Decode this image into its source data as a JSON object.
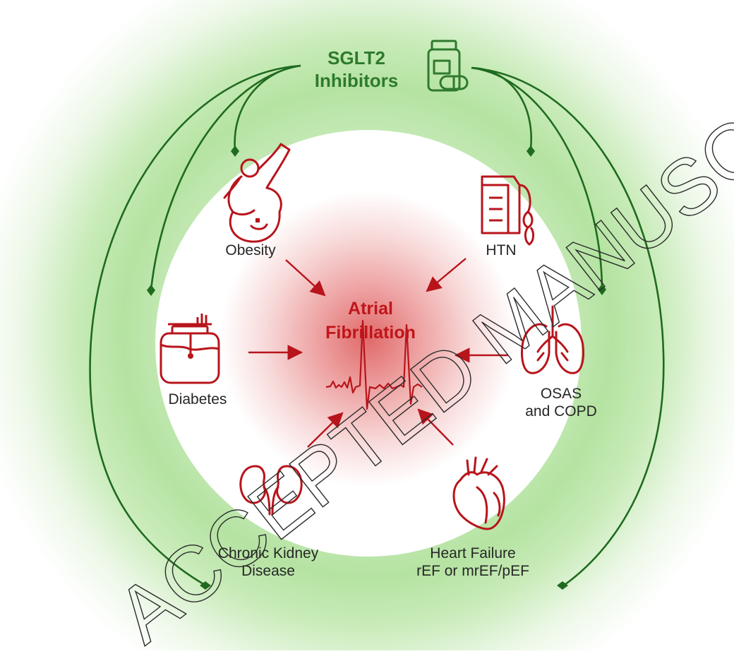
{
  "source": {
    "line1": "SGLT2",
    "line2": "Inhibitors"
  },
  "center": {
    "line1": "Atrial",
    "line2": "Fibrillation"
  },
  "conditions": {
    "obesity": {
      "line1": "Obesity"
    },
    "htn": {
      "line1": "HTN"
    },
    "diabetes": {
      "line1": "Diabetes"
    },
    "osas": {
      "line1": "OSAS",
      "line2": "and COPD"
    },
    "ckd": {
      "line1": "Chronic Kidney",
      "line2": "Disease"
    },
    "hf": {
      "line1": "Heart Failure",
      "line2": "rEF or mrEF/pEF"
    }
  },
  "watermark": {
    "text": "ACCEPTED MANUSCRIPT"
  },
  "colors": {
    "green_arrow": "#1f6b1f",
    "green_text": "#2e7a2e",
    "red_icon": "#b8141b",
    "red_text": "#c0151b",
    "outer_glow": "#9fd68a",
    "inner_circle": "#ffffff",
    "center_glow": "#e58080"
  },
  "icons": [
    "pill-bottle-icon",
    "obesity-body-icon",
    "blood-pressure-monitor-icon",
    "honey-jar-icon",
    "lungs-icon",
    "kidneys-icon",
    "heart-icon",
    "ecg-waveform-icon"
  ]
}
